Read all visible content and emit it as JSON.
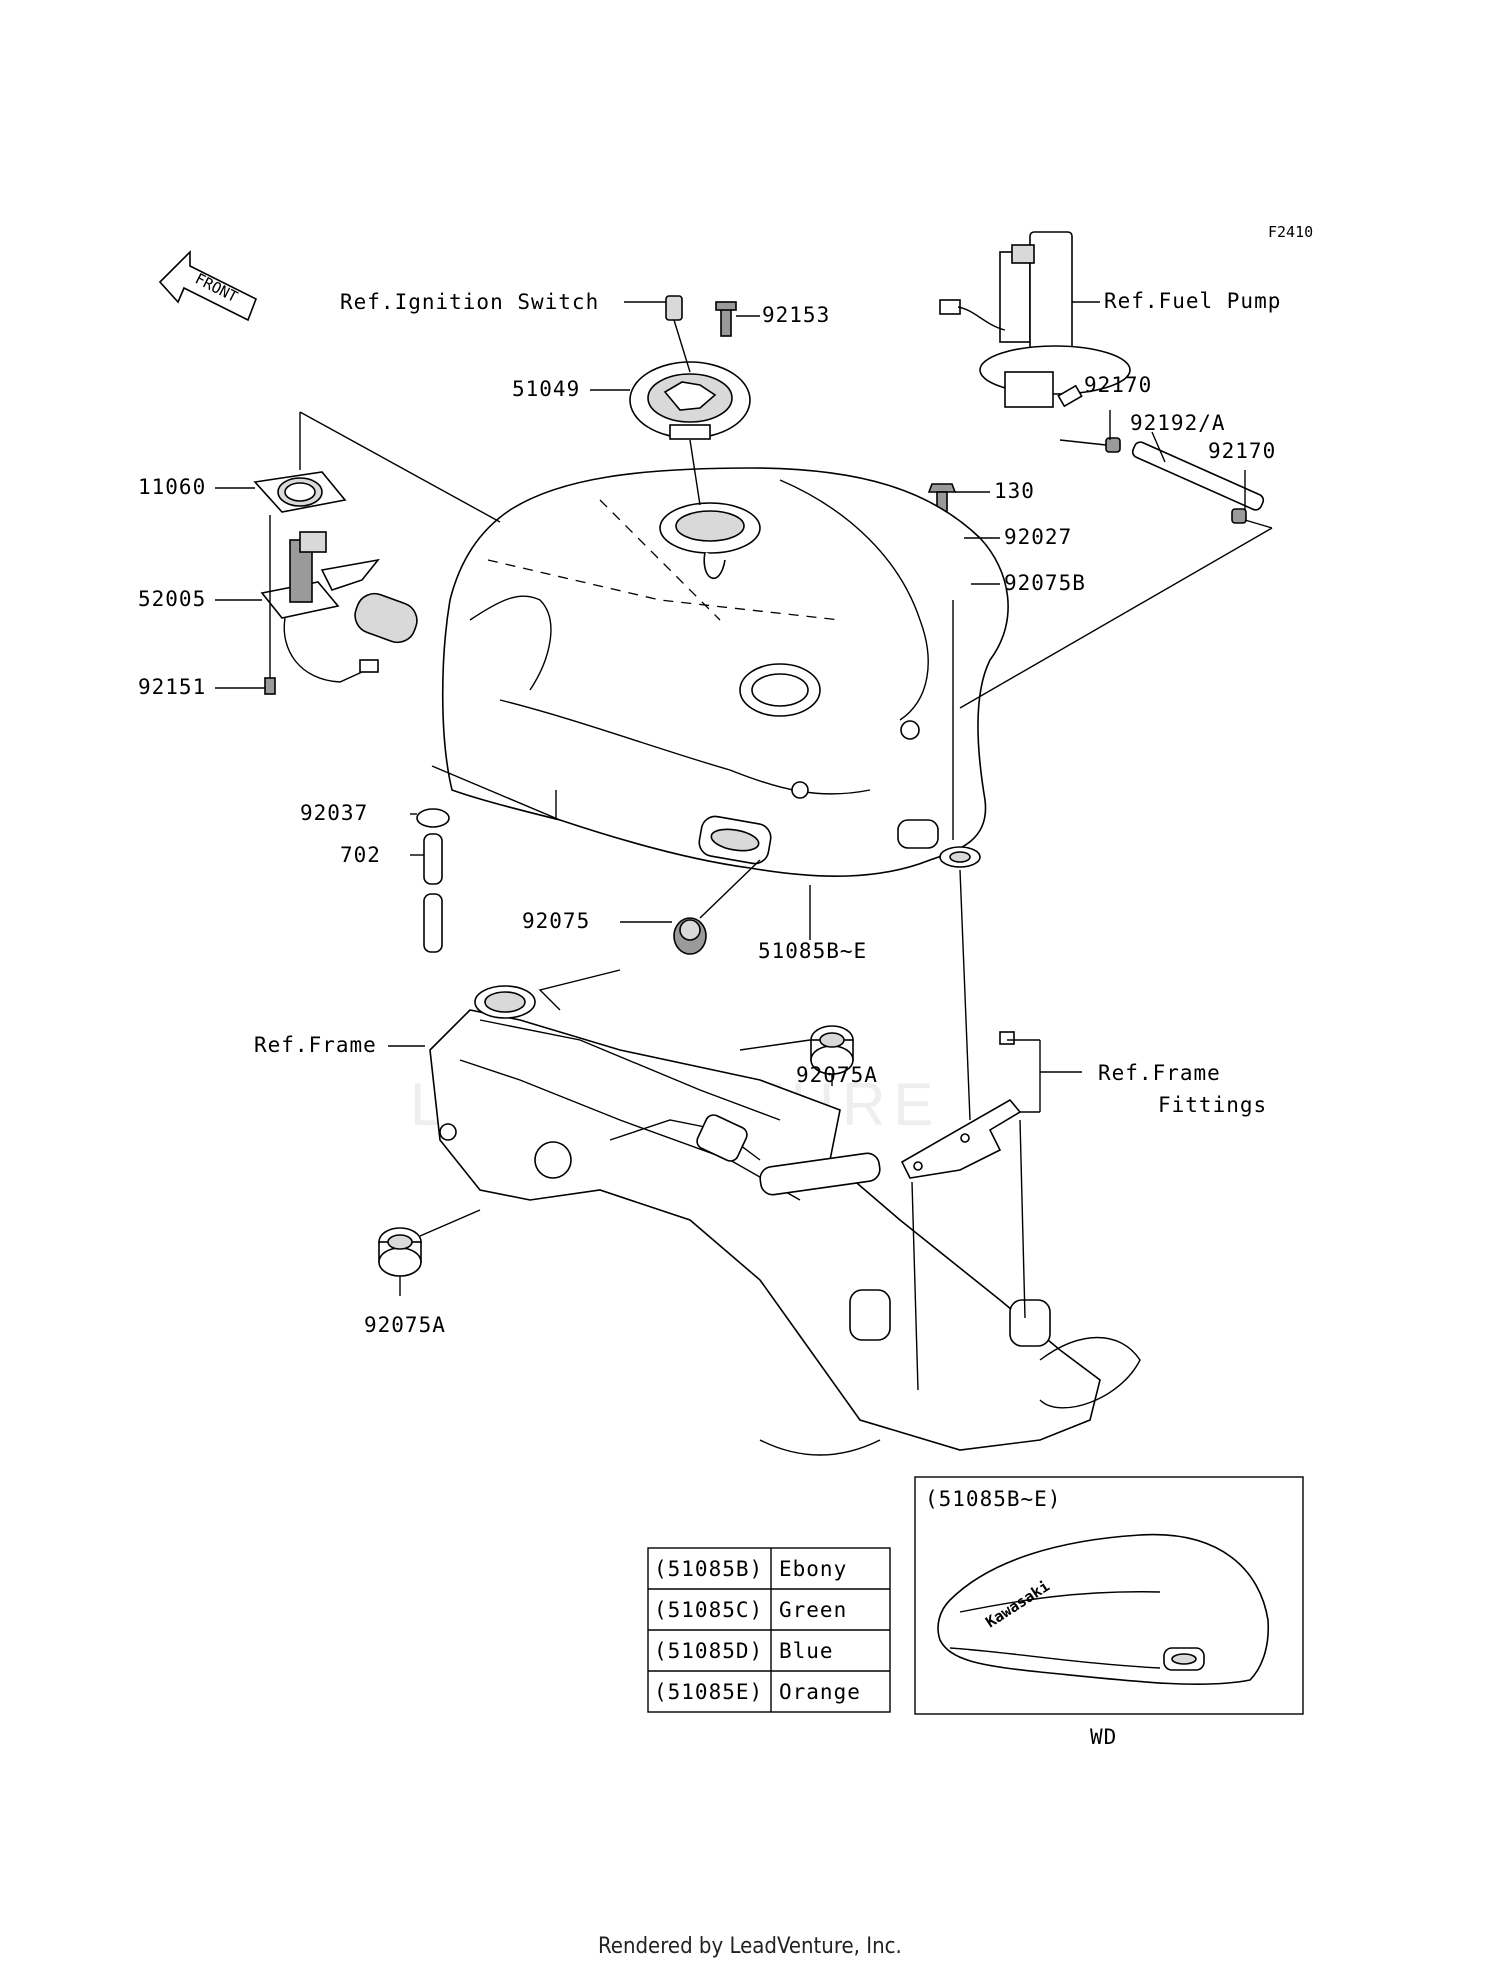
{
  "figure_code": "F2410",
  "front_arrow": "FRONT",
  "labels": {
    "ignition_switch": "Ref.Ignition Switch",
    "p92153": "92153",
    "p51049": "51049",
    "fuel_pump": "Ref.Fuel Pump",
    "p92170_a": "92170",
    "p92192": "92192/A",
    "p92170_b": "92170",
    "p130": "130",
    "p92027": "92027",
    "p92075B": "92075B",
    "p11060": "11060",
    "p52005": "52005",
    "p92151": "92151",
    "p92037": "92037",
    "p702": "702",
    "p92075": "92075",
    "p51085": "51085B~E",
    "frame": "Ref.Frame",
    "p92075A_top": "92075A",
    "frame_fittings_1": "Ref.Frame",
    "frame_fittings_2": "Fittings",
    "p92075A_bottom": "92075A"
  },
  "color_table": [
    {
      "code": "(51085B)",
      "color": "Ebony"
    },
    {
      "code": "(51085C)",
      "color": "Green"
    },
    {
      "code": "(51085D)",
      "color": "Blue"
    },
    {
      "code": "(51085E)",
      "color": "Orange"
    }
  ],
  "inset": {
    "title": "(51085B~E)",
    "brand": "Kawasaki",
    "caption": "WD"
  },
  "watermark": "LEADVENTURE",
  "footer": "Rendered by LeadVenture, Inc."
}
